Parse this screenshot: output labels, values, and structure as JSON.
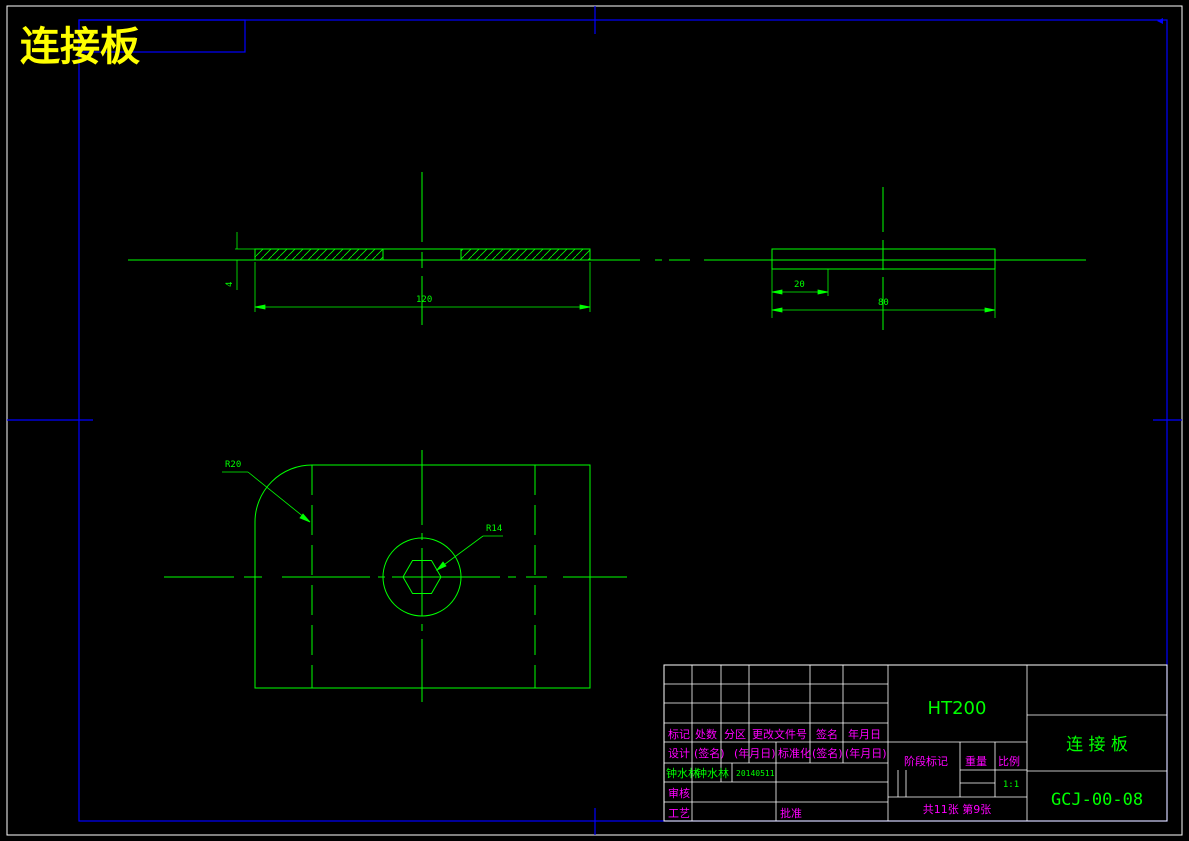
{
  "drawing": {
    "title": "连接板",
    "material": "HT200",
    "part_name": "连 接 板",
    "drawing_number": "GCJ-00-08",
    "scale": "1:1",
    "sheets": "共11张 第9张"
  },
  "dimensions": {
    "thickness": "4",
    "length_front": "120",
    "side_offset": "20",
    "side_width": "80",
    "corner_radius": "R20",
    "hole_radius": "R14"
  },
  "title_block": {
    "row_headers": [
      "标记",
      "处数",
      "分区",
      "更改文件号",
      "签名",
      "年月日"
    ],
    "design_row": [
      "设计",
      "(签名)",
      "(年月日)",
      "标准化",
      "(签名)",
      "(年月日)"
    ],
    "designer_row": [
      "钟水林",
      "钟水林",
      "20140511"
    ],
    "review": "审核",
    "process": "工艺",
    "approve": "批准",
    "stage_mark": "阶段标记",
    "weight": "重量",
    "ratio": "比例"
  },
  "colors": {
    "background": "#000000",
    "frame": "#0000ff",
    "border": "#ffffff",
    "geometry": "#00ff00",
    "title": "#ffff00",
    "block_text": "#ff00ff"
  }
}
